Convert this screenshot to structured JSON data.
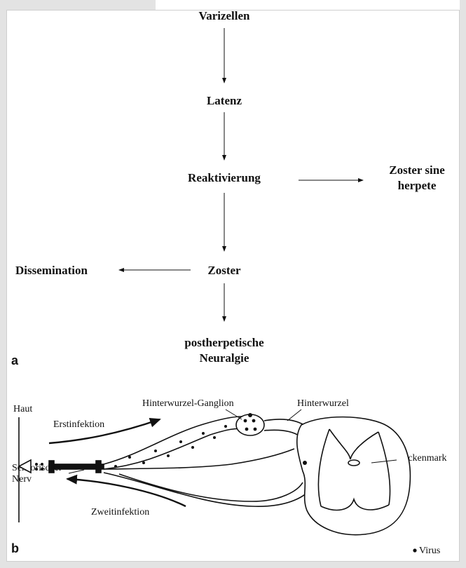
{
  "panel_a": {
    "letter": "a",
    "nodes": {
      "varizellen": "Varizellen",
      "latenz": "Latenz",
      "reaktivierung": "Reaktivierung",
      "zoster_sine_line1": "Zoster sine",
      "zoster_sine_line2": "herpete",
      "zoster": "Zoster",
      "dissemination": "Dissemination",
      "postherpetische_line1": "postherpetische",
      "postherpetische_line2": "Neuralgie"
    }
  },
  "panel_b": {
    "letter": "b",
    "labels": {
      "haut": "Haut",
      "erstinfektion": "Erstinfektion",
      "ganglion": "Hinterwurzel-Ganglion",
      "hinterwurzel": "Hinterwurzel",
      "rueckenmark": "Rückenmark",
      "sensorischer_line1": "Sensorischer",
      "sensorischer_line2": "Nerv",
      "zweitinfektion": "Zweitinfektion",
      "virus": "Virus"
    }
  },
  "colors": {
    "ink": "#111111",
    "frame": "#e3e3e3",
    "background": "#ffffff"
  }
}
